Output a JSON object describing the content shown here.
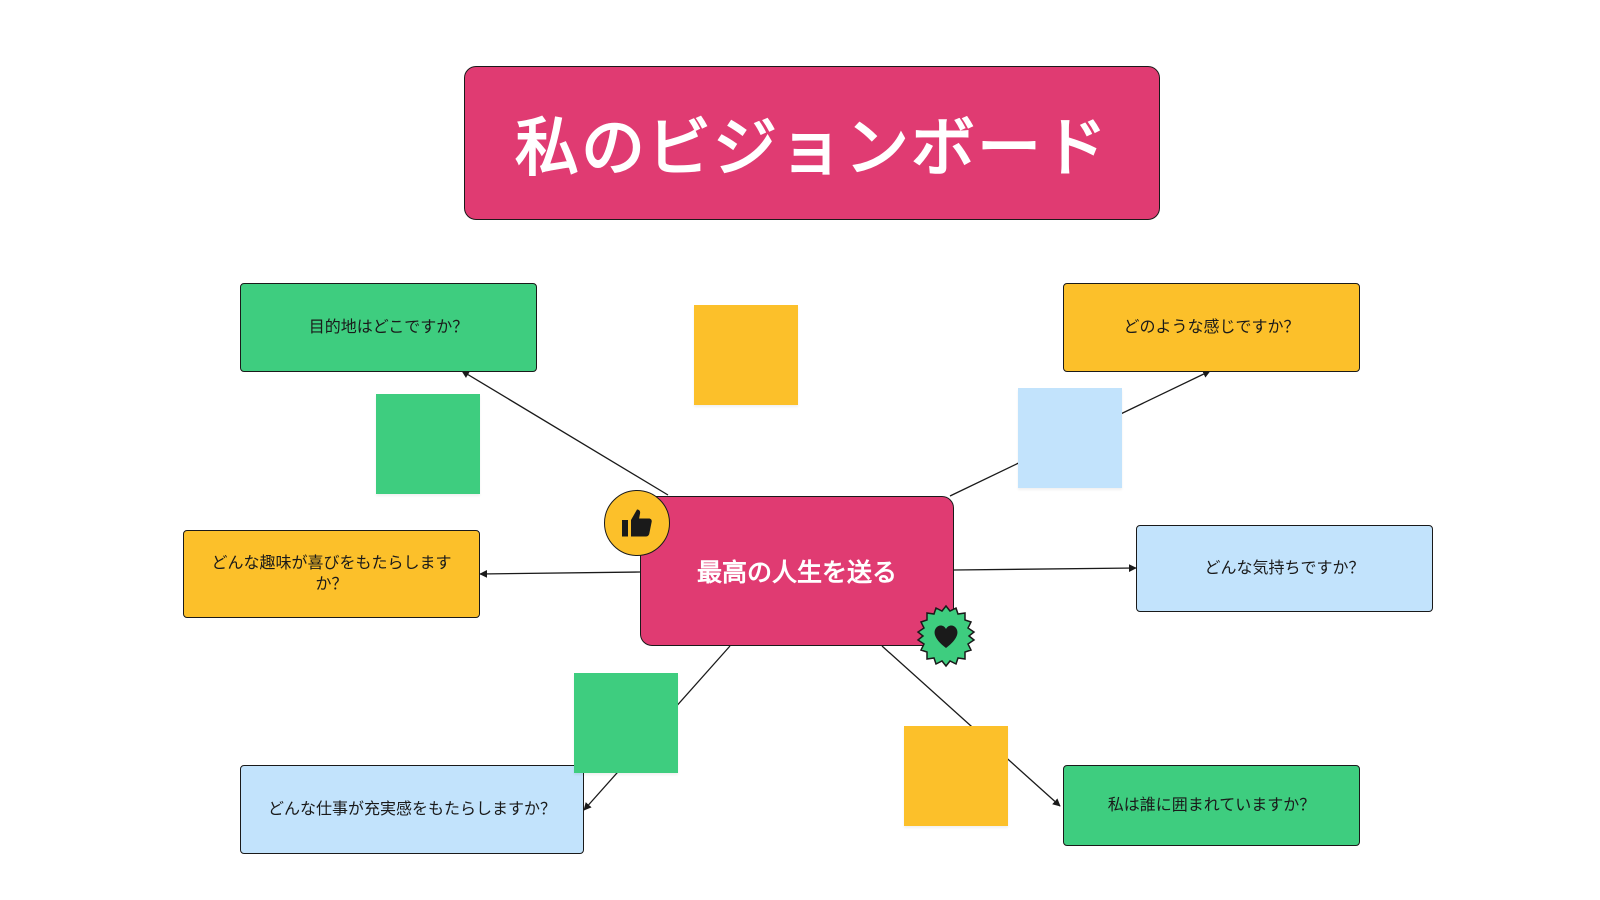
{
  "title": "私のビジョンボード",
  "center": "最高の人生を送る",
  "questions": {
    "destination": "目的地はどこですか？",
    "feeling_like": "どのような感じですか？",
    "hobby": "どんな趣味が喜びをもたらしますか？",
    "emotion": "どんな気持ちですか？",
    "work": "どんな仕事が充実感をもたらしますか？",
    "people": "私は誰に囲まれていますか？"
  },
  "colors": {
    "pink": "#E03B72",
    "green": "#3ECD7F",
    "yellow": "#FCC02A",
    "light_blue": "#C2E3FC"
  },
  "icons": [
    "thumbs-up-icon",
    "heart-icon"
  ]
}
